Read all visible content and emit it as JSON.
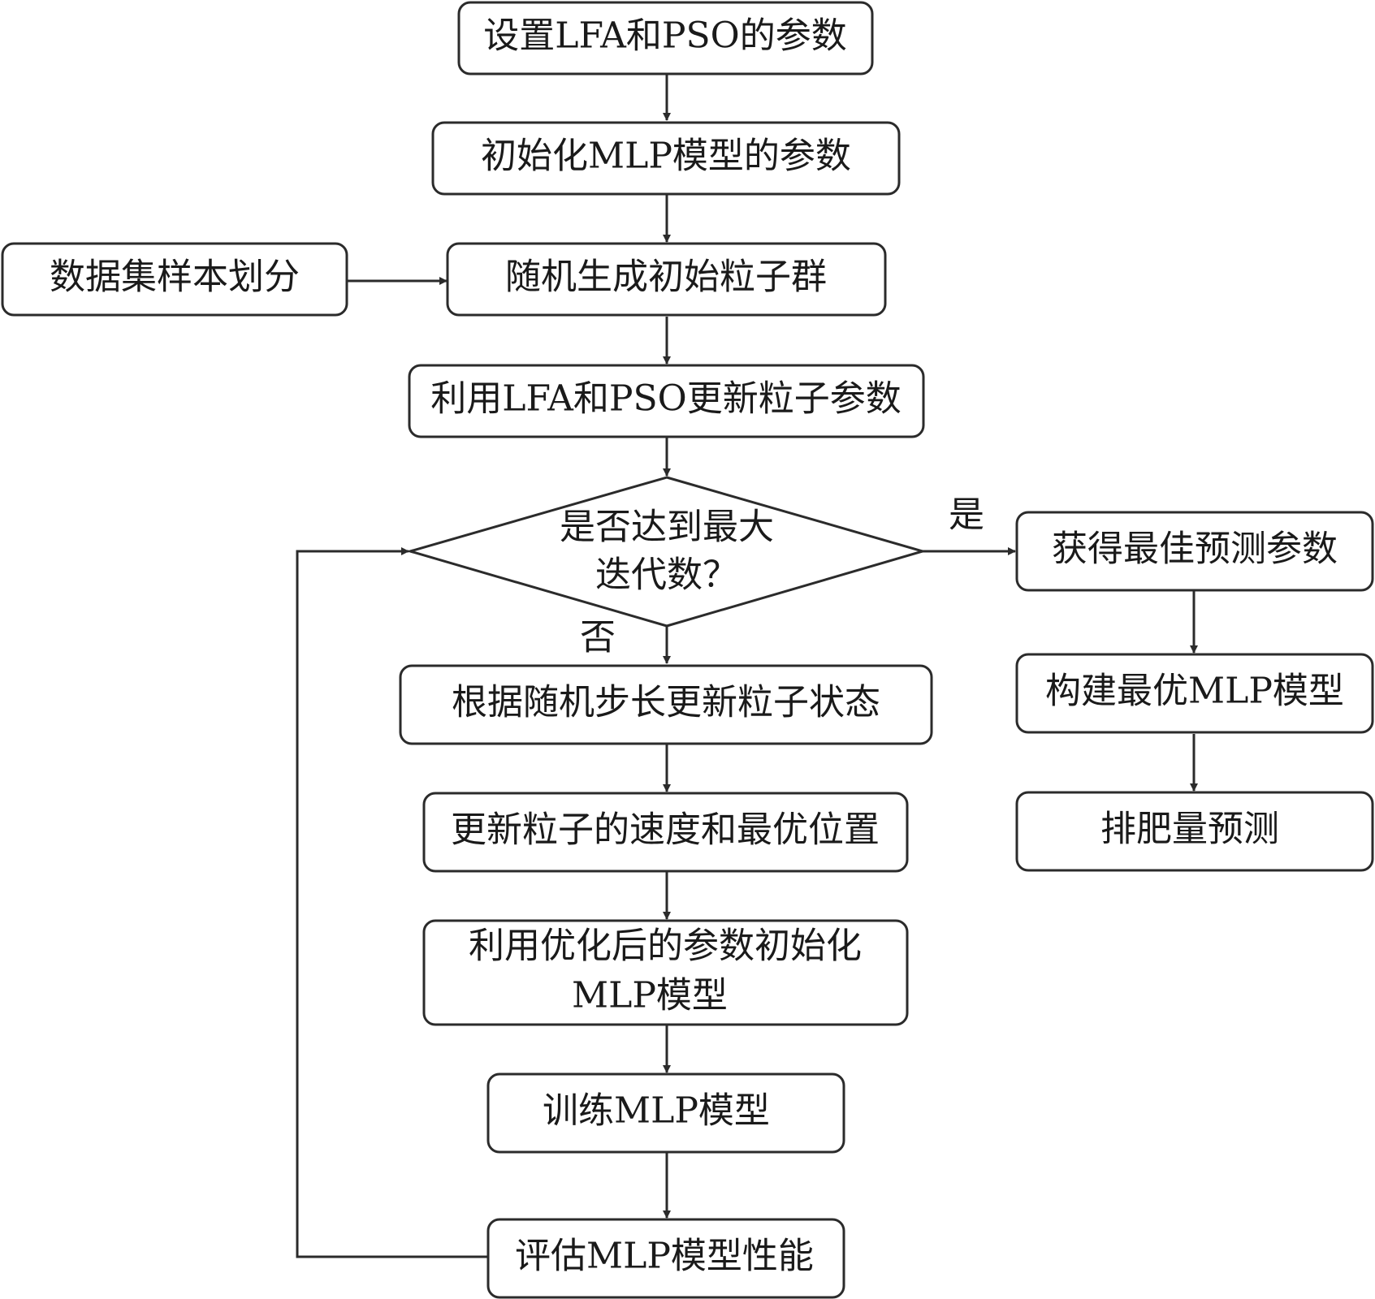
{
  "diagram": {
    "nodes": {
      "set_params": "设置LFA和PSO的参数",
      "init_mlp": "初始化MLP模型的参数",
      "dataset_split": "数据集样本划分",
      "random_swarm": "随机生成初始粒子群",
      "update_params": "利用LFA和PSO更新粒子参数",
      "max_iter_line1": "是否达到最大",
      "max_iter_line2": "迭代数？",
      "update_state": "根据随机步长更新粒子状态",
      "update_velocity": "更新粒子的速度和最优位置",
      "init_optimized_line1": "利用优化后的参数初始化",
      "init_optimized_line2": "MLP模型",
      "train_mlp": "训练MLP模型",
      "evaluate_mlp": "评估MLP模型性能",
      "best_params": "获得最佳预测参数",
      "build_optimal": "构建最优MLP模型",
      "predict": "排肥量预测"
    },
    "edge_labels": {
      "yes": "是",
      "no": "否"
    }
  }
}
